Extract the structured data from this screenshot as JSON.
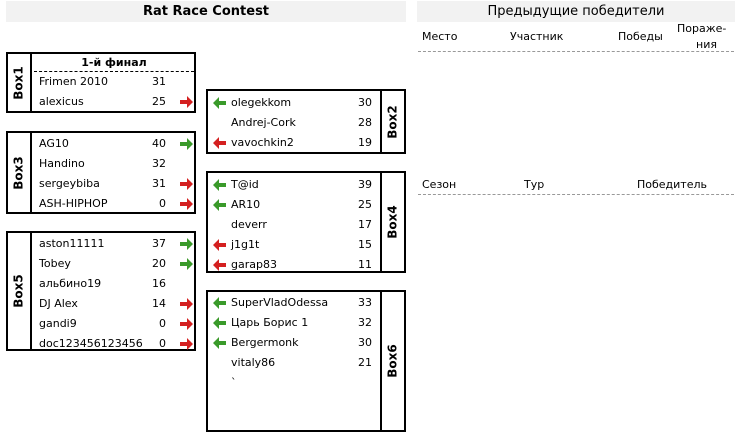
{
  "title": "Rat Race Contest",
  "prev": {
    "title": "Предыдущие победители",
    "cols": [
      "Место",
      "Участник",
      "Победы",
      "Пораже-",
      "ния"
    ]
  },
  "seasons": {
    "cols": [
      "Сезон",
      "Тур",
      "Победитель"
    ]
  },
  "box1": {
    "label": "Box1",
    "subhead": "1-й финал",
    "rows": [
      {
        "name": "Frimen 2010",
        "score": "31",
        "arrow": ""
      },
      {
        "name": "alexicus",
        "score": "25",
        "arrow": "red-right"
      }
    ]
  },
  "box2": {
    "label": "Box2",
    "rows": [
      {
        "name": "olegekkom",
        "score": "30",
        "arrow": "green-left"
      },
      {
        "name": "Andrej-Cork",
        "score": "28",
        "arrow": ""
      },
      {
        "name": "vavochkin2",
        "score": "19",
        "arrow": "red-left"
      }
    ]
  },
  "box3": {
    "label": "Box3",
    "rows": [
      {
        "name": "AG10",
        "score": "40",
        "arrow": "green-right"
      },
      {
        "name": "Handino",
        "score": "32",
        "arrow": ""
      },
      {
        "name": "sergeybiba",
        "score": "31",
        "arrow": "red-right"
      },
      {
        "name": "ASH-HIPHOP",
        "score": "0",
        "arrow": "red-right"
      }
    ]
  },
  "box4": {
    "label": "Box4",
    "rows": [
      {
        "name": "T@id",
        "score": "39",
        "arrow": "green-left"
      },
      {
        "name": "AR10",
        "score": "25",
        "arrow": "green-left"
      },
      {
        "name": "deverr",
        "score": "17",
        "arrow": ""
      },
      {
        "name": "j1g1t",
        "score": "15",
        "arrow": "red-left"
      },
      {
        "name": "garap83",
        "score": "11",
        "arrow": "red-left"
      }
    ]
  },
  "box5": {
    "label": "Box5",
    "rows": [
      {
        "name": "aston11111",
        "score": "37",
        "arrow": "green-right"
      },
      {
        "name": "Tobey",
        "score": "20",
        "arrow": "green-right"
      },
      {
        "name": "альбино19",
        "score": "16",
        "arrow": ""
      },
      {
        "name": "DJ Alex",
        "score": "14",
        "arrow": "red-right"
      },
      {
        "name": "gandi9",
        "score": "0",
        "arrow": "red-right"
      },
      {
        "name": "doc123456123456",
        "score": "0",
        "arrow": "red-right"
      }
    ]
  },
  "box6": {
    "label": "Box6",
    "rows": [
      {
        "name": "SuperVladOdessa",
        "score": "33",
        "arrow": "green-left"
      },
      {
        "name": "Царь Борис 1",
        "score": "32",
        "arrow": "green-left"
      },
      {
        "name": "Bergermonk",
        "score": "30",
        "arrow": "green-left"
      },
      {
        "name": "vitaly86",
        "score": "21",
        "arrow": ""
      },
      {
        "name": "`",
        "score": "",
        "arrow": ""
      }
    ]
  },
  "colors": {
    "green": "#3a9a2a",
    "red": "#d42020",
    "header_bg": "#f2f2f2"
  }
}
